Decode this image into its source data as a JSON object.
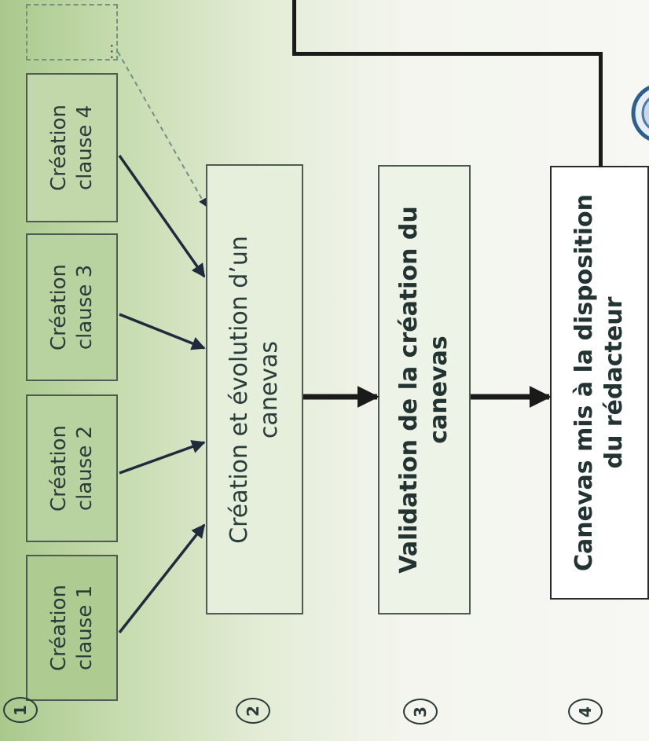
{
  "clauses": [
    {
      "text": "Création\nclause 1"
    },
    {
      "text": "Création\nclause 2"
    },
    {
      "text": "Création\nclause 3"
    },
    {
      "text": "Création\nclause 4"
    },
    {
      "text": "..."
    }
  ],
  "steps": [
    {
      "number": "1"
    },
    {
      "number": "2",
      "text": "Création et évolution d’un\ncanevas"
    },
    {
      "number": "3",
      "text": "Validation de la création du\ncanevas"
    },
    {
      "number": "4",
      "text": "Canevas mis à la disposition\ndu rédacteur"
    }
  ]
}
